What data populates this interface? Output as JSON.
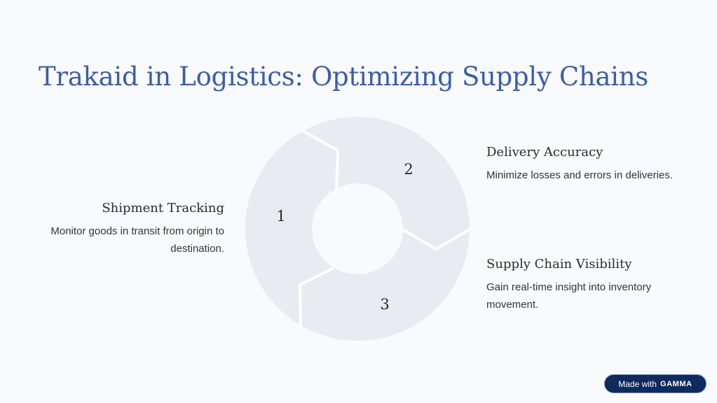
{
  "title": "Trakaid in Logistics: Optimizing Supply Chains",
  "steps": [
    {
      "number": "1",
      "heading": "Shipment Tracking",
      "description": "Monitor goods in transit from origin to destination."
    },
    {
      "number": "2",
      "heading": "Delivery Accuracy",
      "description": "Minimize losses and errors in deliveries."
    },
    {
      "number": "3",
      "heading": "Supply Chain Visibility",
      "description": "Gain real-time insight into inventory movement."
    }
  ],
  "badge": {
    "prefix": "Made with",
    "brand": "GAMMA"
  },
  "colors": {
    "title": "#3b5ea6",
    "segment": "#e8ebf1",
    "badge_bg": "#0f2a5c",
    "background": "#f9fafd"
  }
}
